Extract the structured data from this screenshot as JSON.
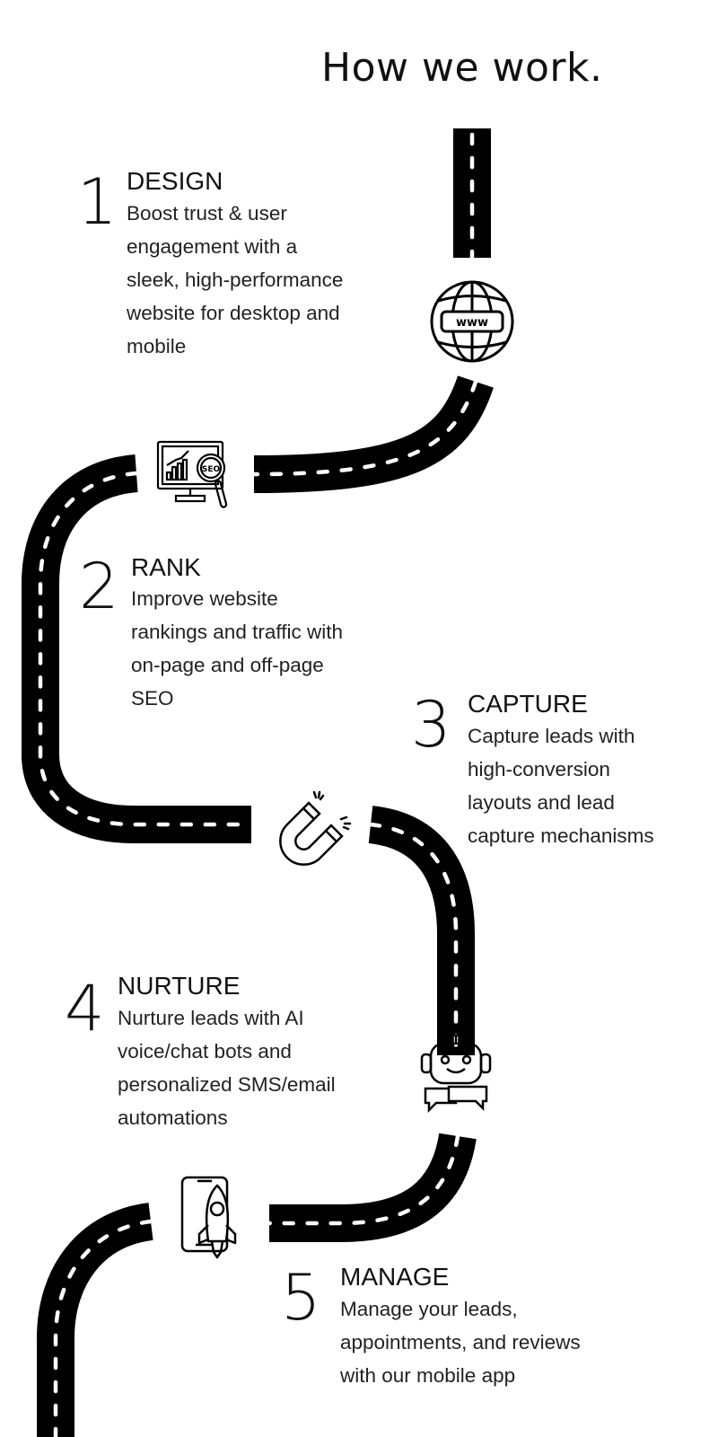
{
  "title": "How we work.",
  "steps": [
    {
      "number": "1",
      "heading": "DESIGN",
      "description": "Boost trust & user\nengagement with a\nsleek, high-performance\nwebsite for desktop and\nmobile",
      "icon": "globe-www-icon"
    },
    {
      "number": "2",
      "heading": "RANK",
      "description": "Improve website\nrankings and traffic with\non-page and off-page\nSEO",
      "icon": "seo-monitor-icon",
      "icon_text": "SEO"
    },
    {
      "number": "3",
      "heading": "CAPTURE",
      "description": "Capture leads with\nhigh-conversion\nlayouts and lead\ncapture mechanisms",
      "icon": "magnet-icon"
    },
    {
      "number": "4",
      "heading": "NURTURE",
      "description": "Nurture leads with AI\nvoice/chat bots and\npersonalized SMS/email\nautomations",
      "icon": "robot-chat-icon"
    },
    {
      "number": "5",
      "heading": "MANAGE",
      "description": "Manage your leads,\nappointments, and reviews\nwith our mobile app",
      "icon": "phone-rocket-icon"
    }
  ],
  "globe_label": "www",
  "colors": {
    "road": "#000000",
    "dash": "#ffffff",
    "text": "#111111"
  }
}
